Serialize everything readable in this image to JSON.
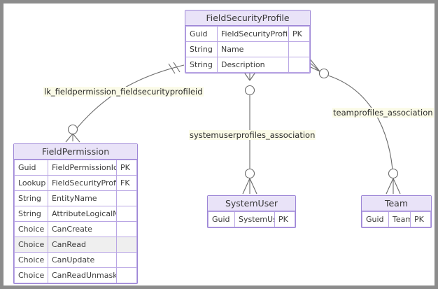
{
  "canvas": {
    "border_color": "#8c8c8c",
    "background": "#ffffff"
  },
  "theme": {
    "entity_border": "#9d86d6",
    "entity_header_fill": "#e9e3f8",
    "attr_border": "#b9a6e4",
    "connector_color": "#6b6b6b",
    "label_highlight": "#fbfbe8",
    "row_highlight": "#efefef",
    "text": "#3a3a3a"
  },
  "entities": [
    {
      "id": "field-security-profile",
      "title": "FieldSecurityProfile",
      "attributes": [
        {
          "type": "Guid",
          "name": "FieldSecurityProfileId",
          "key": "PK"
        },
        {
          "type": "String",
          "name": "Name",
          "key": ""
        },
        {
          "type": "String",
          "name": "Description",
          "key": ""
        }
      ]
    },
    {
      "id": "field-permission",
      "title": "FieldPermission",
      "attributes": [
        {
          "type": "Guid",
          "name": "FieldPermissionId",
          "key": "PK"
        },
        {
          "type": "Lookup",
          "name": "FieldSecurityProfileId",
          "key": "FK"
        },
        {
          "type": "String",
          "name": "EntityName",
          "key": ""
        },
        {
          "type": "String",
          "name": "AttributeLogicalName",
          "key": ""
        },
        {
          "type": "Choice",
          "name": "CanCreate",
          "key": ""
        },
        {
          "type": "Choice",
          "name": "CanRead",
          "key": "",
          "highlighted": true
        },
        {
          "type": "Choice",
          "name": "CanUpdate",
          "key": ""
        },
        {
          "type": "Choice",
          "name": "CanReadUnmasked",
          "key": ""
        }
      ]
    },
    {
      "id": "system-user",
      "title": "SystemUser",
      "attributes": [
        {
          "type": "Guid",
          "name": "SystemUserId",
          "key": "PK"
        }
      ]
    },
    {
      "id": "team",
      "title": "Team",
      "attributes": [
        {
          "type": "Guid",
          "name": "TeamID",
          "key": "PK"
        }
      ]
    }
  ],
  "relationships": [
    {
      "id": "lk-fieldpermission-fieldsecurityprofileid",
      "label": "lk_fieldpermission_fieldsecurityprofileid",
      "from": "FieldSecurityProfile",
      "to": "FieldPermission",
      "from_cardinality": "exactly-one",
      "to_cardinality": "zero-or-many"
    },
    {
      "id": "systemuserprofiles-association",
      "label": "systemuserprofiles_association",
      "from": "FieldSecurityProfile",
      "to": "SystemUser",
      "from_cardinality": "zero-or-many",
      "to_cardinality": "zero-or-many"
    },
    {
      "id": "teamprofiles-association",
      "label": "teamprofiles_association",
      "from": "FieldSecurityProfile",
      "to": "Team",
      "from_cardinality": "zero-or-many",
      "to_cardinality": "zero-or-many"
    }
  ]
}
